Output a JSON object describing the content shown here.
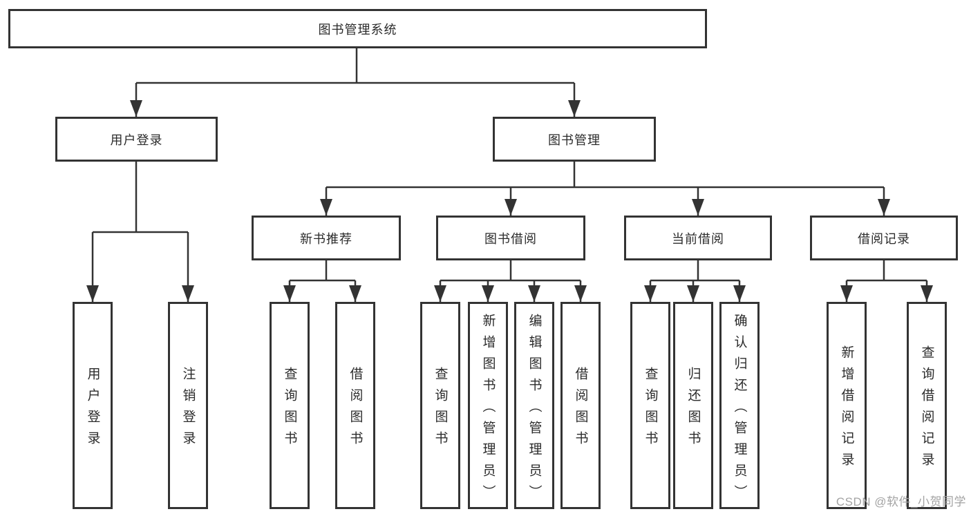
{
  "colors": {
    "line": "#333333",
    "text": "#2b2b2b",
    "watermark": "#a3a3a3",
    "bg": "#ffffff"
  },
  "watermark": "CSDN @软件_小贺同学",
  "diagram": {
    "root": {
      "label": "图书管理系统"
    },
    "level2": [
      {
        "label": "用户登录"
      },
      {
        "label": "图书管理"
      }
    ],
    "level3": [
      {
        "label": "新书推荐"
      },
      {
        "label": "图书借阅"
      },
      {
        "label": "当前借阅"
      },
      {
        "label": "借阅记录"
      }
    ],
    "leaves": {
      "user_login": [
        "用户登录",
        "注销登录"
      ],
      "new_book_recommend": [
        "查询图书",
        "借阅图书"
      ],
      "book_borrow": [
        "查询图书",
        "新增图书（管理员）",
        "编辑图书（管理员）",
        "借阅图书"
      ],
      "current_borrow": [
        "查询图书",
        "归还图书",
        "确认归还（管理员）"
      ],
      "borrow_records": [
        "新增借阅记录",
        "查询借阅记录"
      ]
    }
  }
}
